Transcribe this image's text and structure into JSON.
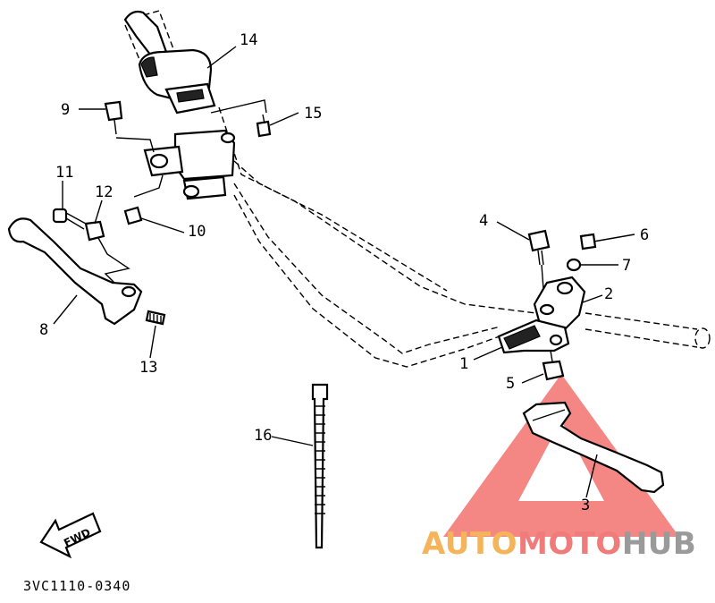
{
  "diagram_code": "3VC1110-0340",
  "fwd_label": "FWD",
  "callouts": {
    "p1": "1",
    "p2": "2",
    "p3": "3",
    "p4": "4",
    "p5": "5",
    "p6": "6",
    "p7": "7",
    "p8": "8",
    "p9": "9",
    "p10": "10",
    "p11": "11",
    "p12": "12",
    "p13": "13",
    "p14": "14",
    "p15": "15",
    "p16": "16"
  },
  "watermark": {
    "word_auto": "AUTO",
    "word_moto": "MOTO",
    "word_hub": "HUB",
    "color_auto": "#f5b45a",
    "color_moto": "#f07b7b",
    "color_hub": "#9a9a9a",
    "triangle_color": "#f2726f"
  }
}
